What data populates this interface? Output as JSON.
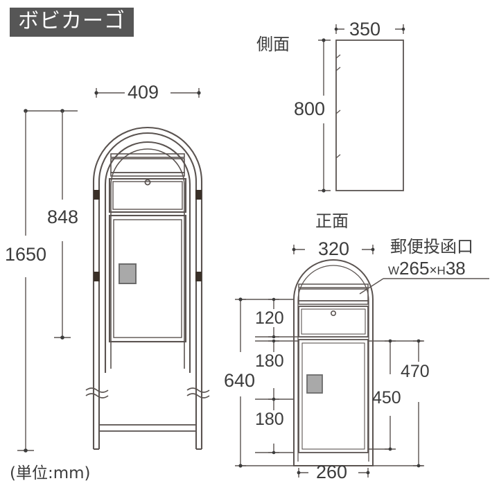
{
  "title": "ボビカーゴ",
  "unit_note": "(単位:mm)",
  "views": {
    "main": {
      "name_label": "",
      "dimensions": {
        "width_total": "409",
        "height_body": "848",
        "height_total": "1650"
      }
    },
    "side": {
      "name_label": "側面",
      "dimensions": {
        "width": "350",
        "height": "800"
      }
    },
    "front": {
      "name_label": "正面",
      "dimensions": {
        "width_outer": "320",
        "width_inner": "260",
        "seg_top": "120",
        "seg_mid": "180",
        "seg_bottom": "180",
        "height_total": "640",
        "height_right_outer": "470",
        "height_right_inner": "450"
      },
      "callout": {
        "line1": "郵便投函口",
        "w_prefix": "W",
        "w_value": "265",
        "times": "×",
        "h_prefix": "H",
        "h_value": "38"
      }
    }
  },
  "colors": {
    "title_bg": "#565656",
    "title_fg": "#ffffff",
    "line": "#5a5350",
    "text": "#3c3c3c",
    "handle_fill": "#a9a9a9",
    "handle_stroke": "#6b6b6b",
    "accent_block": "#3a3028"
  }
}
